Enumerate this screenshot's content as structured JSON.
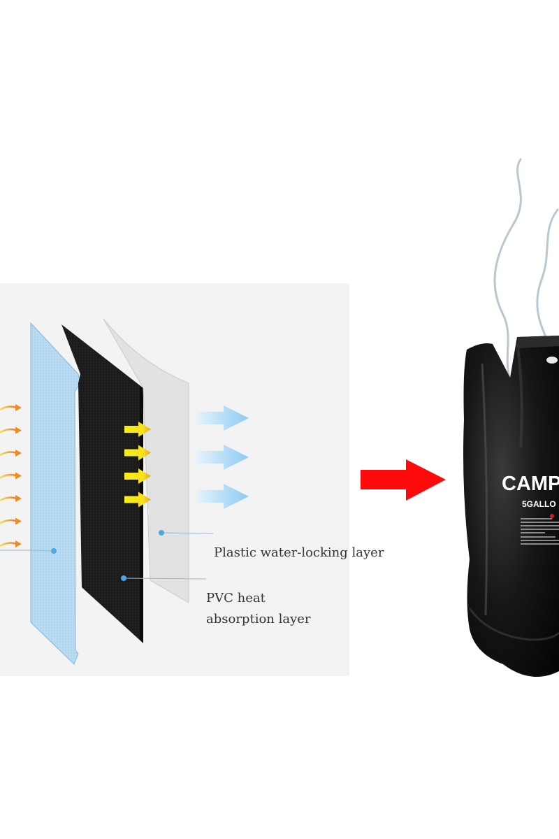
{
  "diagram": {
    "title": "Solar shower bag layer structure",
    "labels": {
      "plastic_layer": "Plastic water-locking layer",
      "pvc_layer_line1": "PVC heat",
      "pvc_layer_line2": "absorption layer"
    },
    "layers": [
      {
        "name": "transparent-outer-layer",
        "color": "#b9dcf2"
      },
      {
        "name": "pvc-heat-absorption-layer",
        "color": "#1c1c1c"
      },
      {
        "name": "plastic-water-locking-layer",
        "color": "#e3e3e3"
      }
    ],
    "incoming_heat_arrows": 7,
    "absorbed_heat_arrows": 4,
    "outgoing_heat_arrows": 3,
    "colors": {
      "panel_bg": "#f3f3f3",
      "heat_arrow": "#f08a24",
      "absorbed_arrow": "#f7e01c",
      "outgoing_arrow": "#9ed2f5",
      "pointer_dot": "#4aa8e8",
      "transition_arrow": "#ff0a0a"
    }
  },
  "product": {
    "brand_text": "CAMP",
    "capacity_text": "5GALLO",
    "description": "Black camping solar shower bag with steam rising"
  }
}
